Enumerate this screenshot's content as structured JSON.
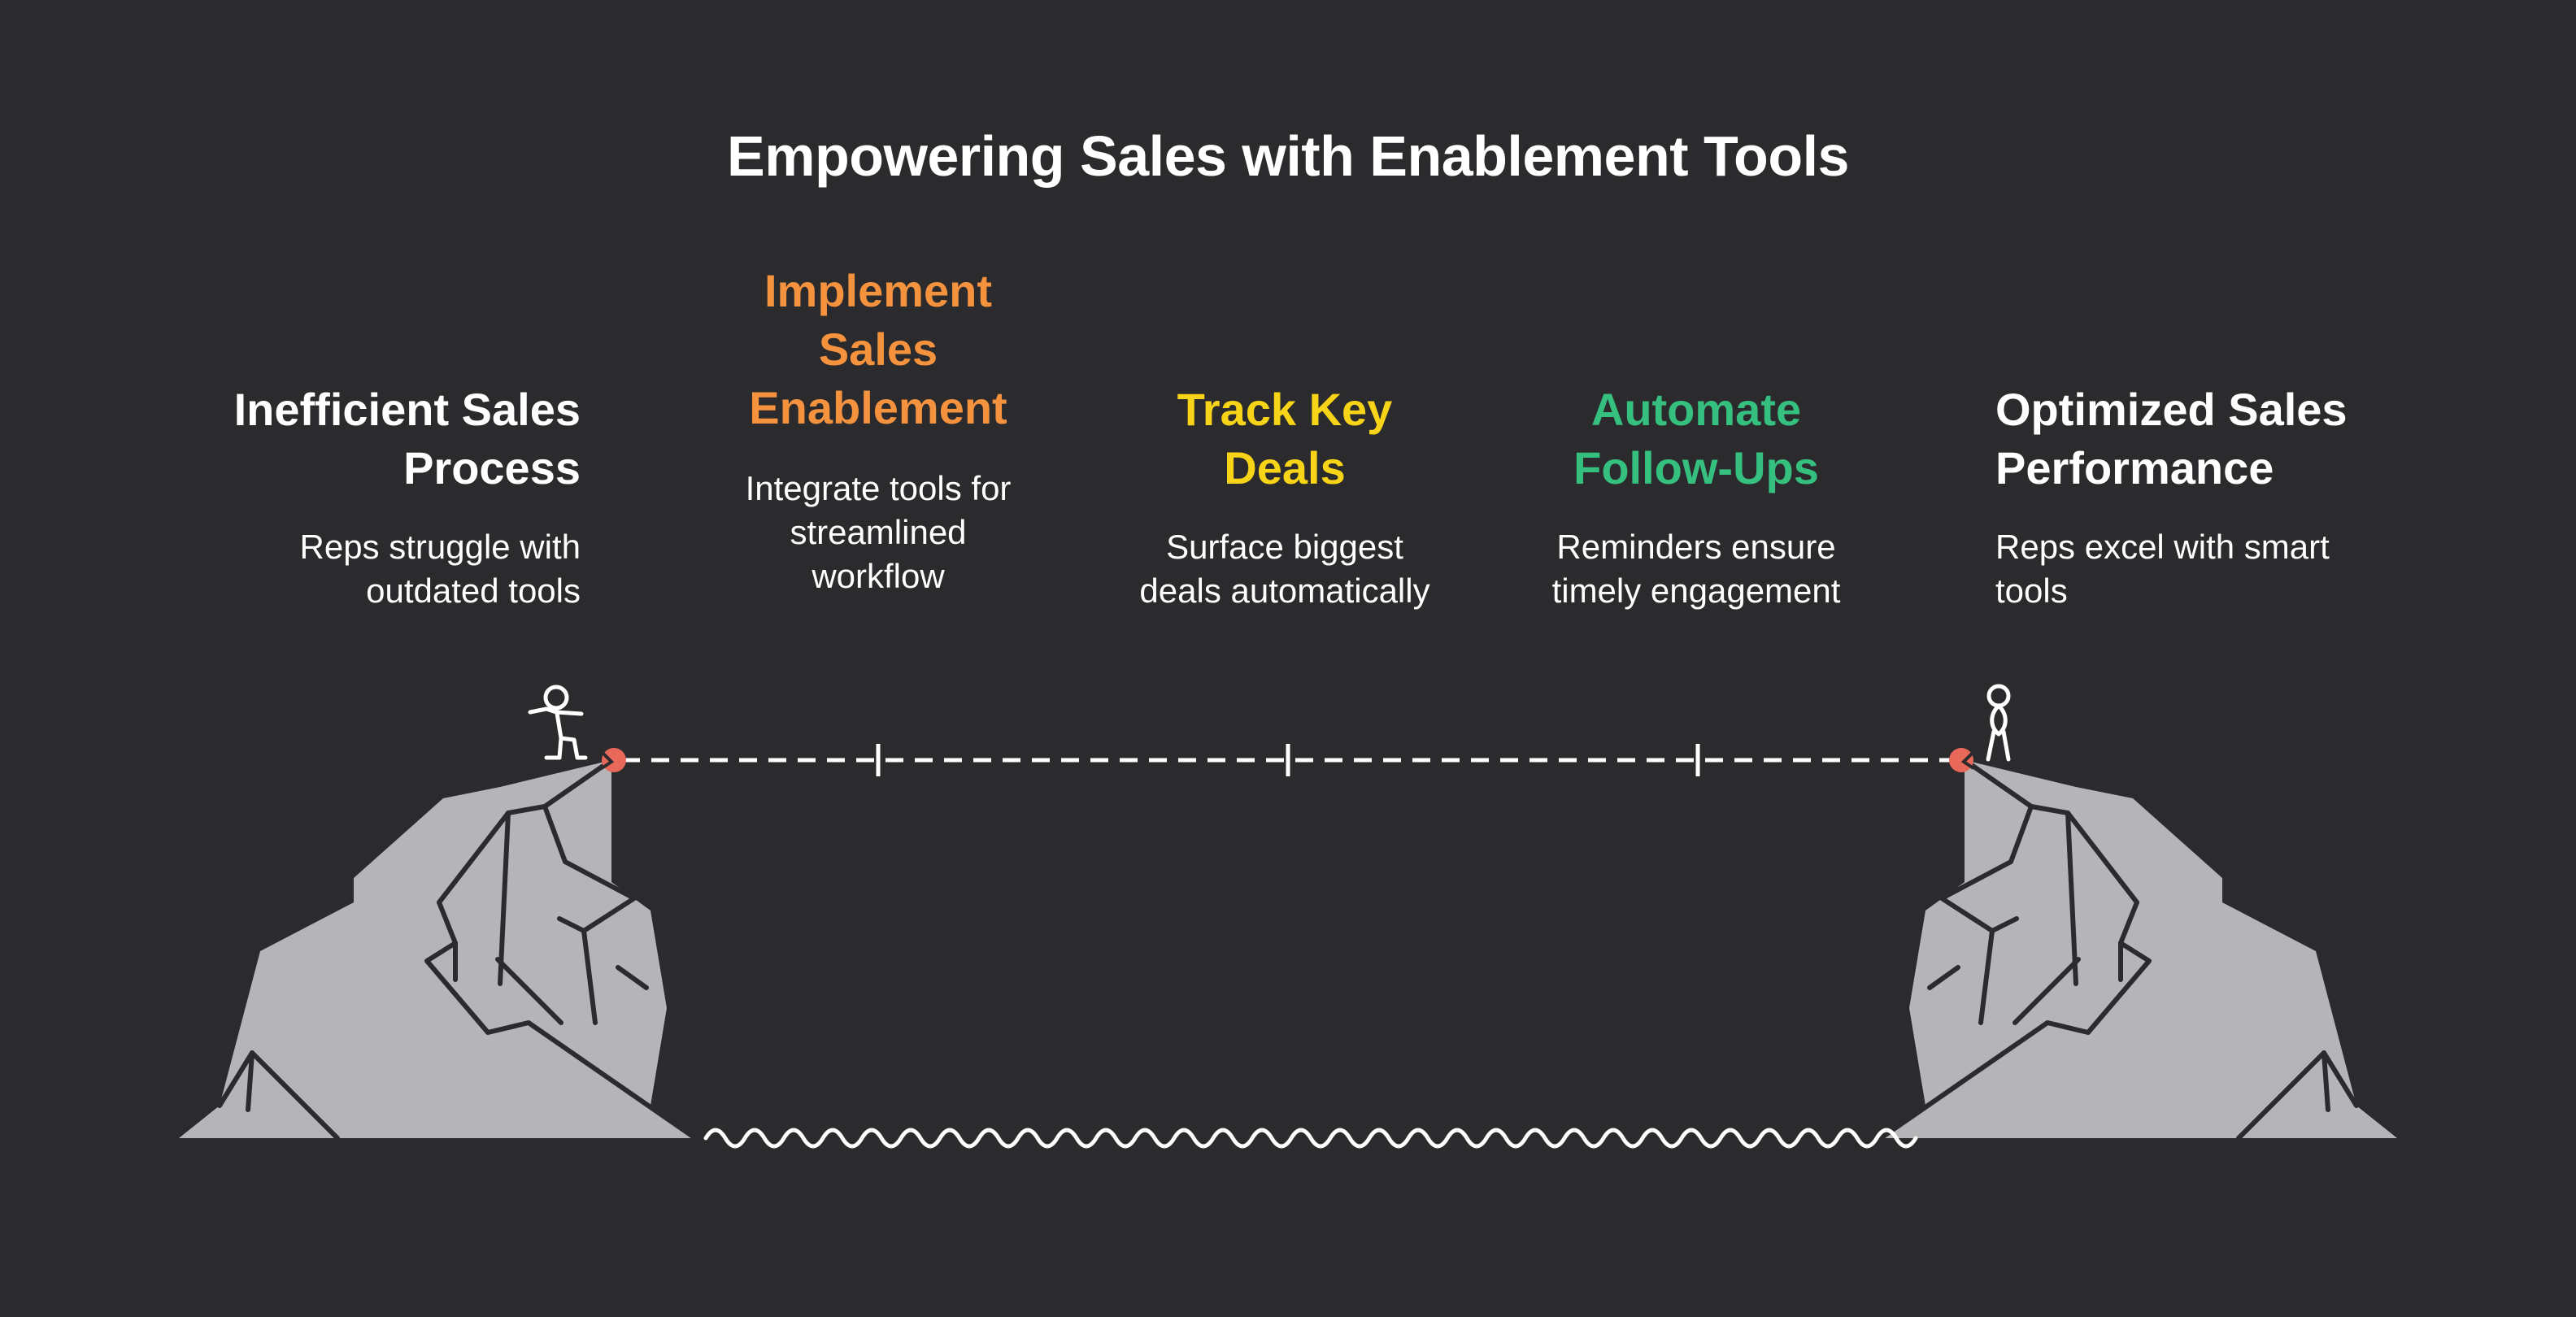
{
  "title": "Empowering Sales with Enablement Tools",
  "steps": [
    {
      "title": "Inefficient Sales Process",
      "title_lines": [
        "Inefficient Sales",
        "Process"
      ],
      "desc": "Reps struggle with outdated tools",
      "desc_lines": [
        "Reps struggle with",
        "outdated tools"
      ],
      "color": "#ffffff"
    },
    {
      "title": "Implement Sales Enablement",
      "title_lines": [
        "Implement",
        "Sales",
        "Enablement"
      ],
      "desc": "Integrate tools for streamlined workflow",
      "desc_lines": [
        "Integrate tools for",
        "streamlined",
        "workflow"
      ],
      "color": "#f5923e"
    },
    {
      "title": "Track Key Deals",
      "title_lines": [
        "Track Key",
        "Deals"
      ],
      "desc": "Surface biggest deals automatically",
      "desc_lines": [
        "Surface biggest",
        "deals automatically"
      ],
      "color": "#f7d417"
    },
    {
      "title": "Automate Follow-Ups",
      "title_lines": [
        "Automate",
        "Follow-Ups"
      ],
      "desc": "Reminders ensure timely engagement",
      "desc_lines": [
        "Reminders ensure",
        "timely engagement"
      ],
      "color": "#35c07f"
    },
    {
      "title": "Optimized Sales Performance",
      "title_lines": [
        "Optimized Sales",
        "Performance"
      ],
      "desc": "Reps excel with smart tools",
      "desc_lines": [
        "Reps excel with smart",
        "tools"
      ],
      "color": "#ffffff"
    }
  ],
  "colors": {
    "background": "#2b2a2d",
    "cliff": "#b5b4b7",
    "cliff_line": "#2b2a2d",
    "endpoint": "#e8685a",
    "line": "#ffffff"
  },
  "icons": [
    "walking-person-icon",
    "standing-person-icon"
  ]
}
